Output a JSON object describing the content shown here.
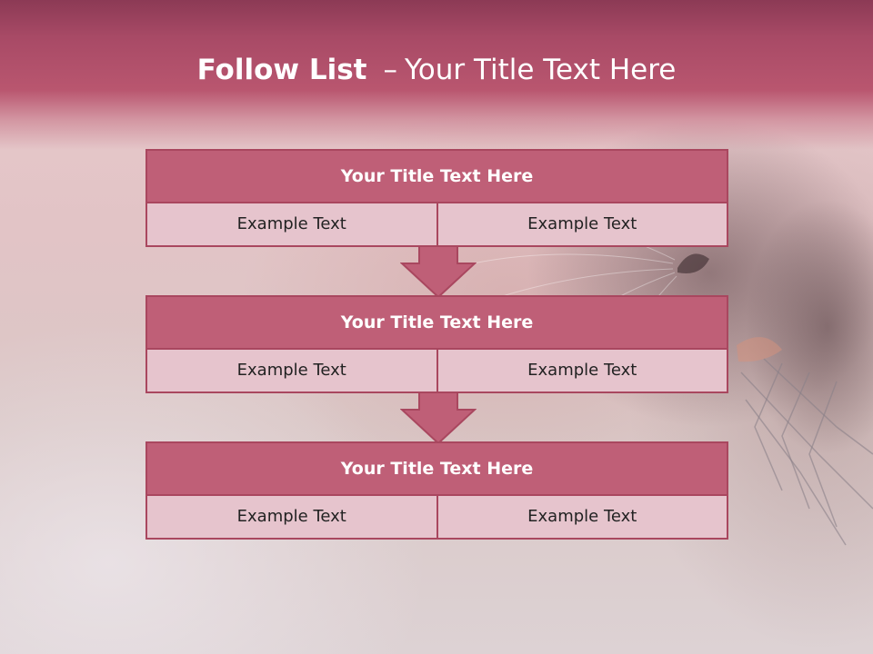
{
  "title": {
    "bold": "Follow List",
    "separator": "–",
    "rest": "Your Title Text Here"
  },
  "boxes": [
    {
      "title": "Your Title Text Here",
      "left": "Example Text",
      "right": "Example Text"
    },
    {
      "title": "Your Title Text Here",
      "left": "Example Text",
      "right": "Example Text"
    },
    {
      "title": "Your Title Text Here",
      "left": "Example Text",
      "right": "Example Text"
    }
  ],
  "colors": {
    "header": "#b9566f",
    "box_title": "#bf5f77",
    "box_body": "#e6c4cd",
    "border": "#a9475f",
    "arrow": "#bf5f77"
  }
}
